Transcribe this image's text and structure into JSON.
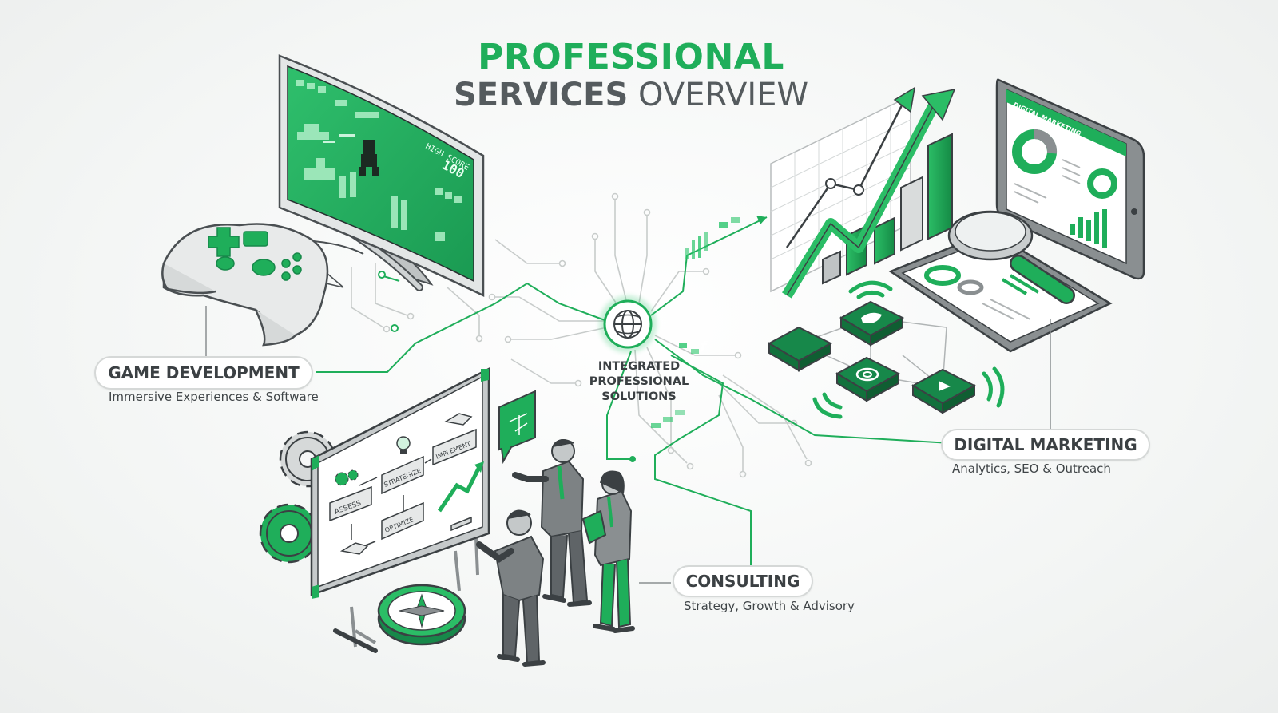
{
  "header": {
    "title_line1": "PROFESSIONAL",
    "title_line2_bold": "SERVICES",
    "title_line2_rest": "OVERVIEW"
  },
  "hub": {
    "line1": "INTEGRATED",
    "line2": "PROFESSIONAL",
    "line3": "SOLUTIONS",
    "icon": "globe-icon"
  },
  "services": [
    {
      "id": "game",
      "title": "GAME DEVELOPMENT",
      "subtitle": "Immersive Experiences & Software"
    },
    {
      "id": "marketing",
      "title": "DIGITAL MARKETING",
      "subtitle": "Analytics, SEO & Outreach"
    },
    {
      "id": "consulting",
      "title": "CONSULTING",
      "subtitle": "Strategy, Growth & Advisory"
    }
  ],
  "game_screen": {
    "hud_label": "HIGH SCORE",
    "hud_value": "100"
  },
  "tablet": {
    "header": "DIGITAL MARKETING"
  },
  "whiteboard": {
    "steps": [
      "ASSESS",
      "STRATEGIZE",
      "IMPLEMENT",
      "OPTIMIZE"
    ]
  },
  "colors": {
    "accent": "#1fae5a",
    "accent_dark": "#17884a",
    "text": "#3b4043",
    "outline": "#4a4f52",
    "grey": "#8a8f91"
  },
  "icons": [
    "gamepad-icon",
    "monitor-icon",
    "globe-icon",
    "chart-icon",
    "magnifier-icon",
    "facebook-icon",
    "twitter-icon",
    "instagram-icon",
    "youtube-icon",
    "gear-icon",
    "compass-icon",
    "lightbulb-icon",
    "handshake-icon",
    "chat-bubble-icon"
  ]
}
